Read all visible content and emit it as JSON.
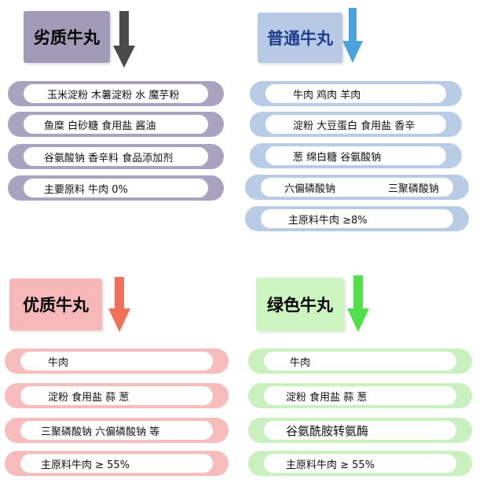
{
  "panels": [
    {
      "title": "劣质牛丸",
      "title_color": "#000000",
      "box_color": "#a29bb8",
      "pill_color": "#a9a3c0",
      "arrow_color": "#4a4a4a",
      "items": [
        [
          "玉米淀粉 木薯淀粉 水 魔芋粉"
        ],
        [
          "鱼糜 白砂糖 食用盐 酱油"
        ],
        [
          "谷氨酸钠 香辛料 食品添加剂"
        ],
        [
          "主要原料 牛肉 0%"
        ]
      ]
    },
    {
      "title": "普通牛丸",
      "title_color": "#1d3e8c",
      "box_color": "#b7c9e4",
      "pill_color": "#b9cce6",
      "arrow_color": "#4aa3dc",
      "items": [
        [
          "牛肉  鸡肉  羊肉"
        ],
        [
          "淀粉 大豆蛋白 食用盐 香辛"
        ],
        [
          "葱 绵白糖 谷氨酸钠"
        ],
        [
          "六偏磷酸钠",
          "三聚磷酸钠"
        ],
        [
          "主原料牛肉 ≥8%"
        ]
      ]
    },
    {
      "title": "优质牛丸",
      "title_color": "#000000",
      "box_color": "#f6b8b8",
      "pill_color": "#f7bcbc",
      "arrow_color": "#f0705a",
      "items": [
        [
          "牛肉"
        ],
        [
          "淀粉 食用盐 蒜 葱"
        ],
        [
          "三聚磷酸钠    六偏磷酸钠  等"
        ],
        [
          "主原料牛肉  ≥ 55%"
        ]
      ]
    },
    {
      "title": "绿色牛丸",
      "title_color": "#000000",
      "box_color": "#cdf5c0",
      "pill_color": "#c9f0be",
      "arrow_color": "#4fe04a",
      "items": [
        [
          "牛肉"
        ],
        [
          "淀粉 食用盐 蒜 葱"
        ],
        [
          "谷氨酰胺转氨酶"
        ],
        [
          "主原料牛肉  ≥ 55%"
        ]
      ]
    }
  ]
}
